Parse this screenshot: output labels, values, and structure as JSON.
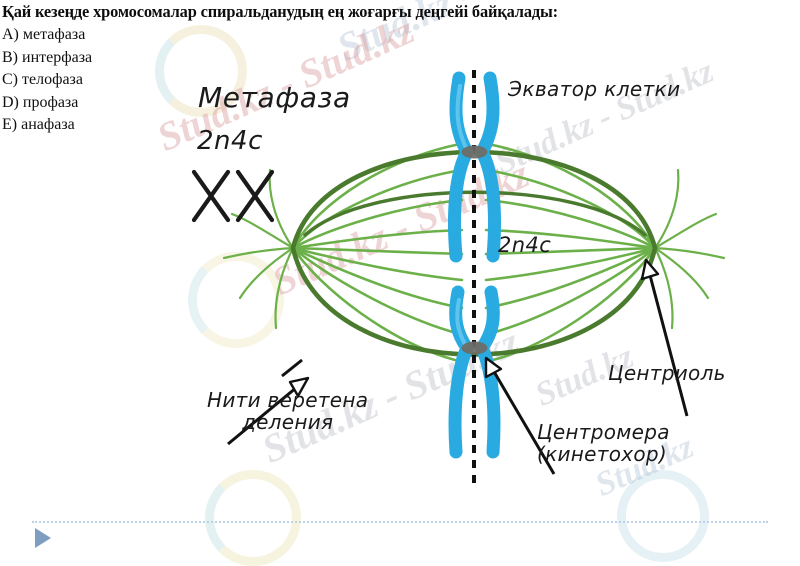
{
  "question": {
    "title": "Қай кезеңде хромосомалар спиральданудың ең жоғарғы деңгейі байқалады:",
    "options": [
      "A) метафаза",
      "B) интерфаза",
      "C) телофаза",
      "D)  профаза",
      "E) анафаза"
    ]
  },
  "diagram": {
    "phase_label": "Метафаза",
    "ploidy_left": "2n4c",
    "ploidy_center": "2n4c",
    "equator_label": "Экватор клетки",
    "centriole_label": "Центриоль",
    "spindle_label_line1": "Нити веретена",
    "spindle_label_line2": "деления",
    "centromere_label_line1": "Центромера",
    "centromere_label_line2": "(кинетохор)",
    "colors": {
      "cell_outline": "#4a7a2e",
      "spindle_fiber": "#6cb04a",
      "chromosome": "#29abe2",
      "chromosome_shade": "#1b93c9",
      "centromere": "#6b6b6b",
      "equator_line": "#111111",
      "annotation_arrow": "#111111"
    }
  },
  "watermark": {
    "text": "Stud.kz - Stud.kz",
    "short": "Stud.kz"
  },
  "footer": {
    "marker": "play-triangle"
  }
}
